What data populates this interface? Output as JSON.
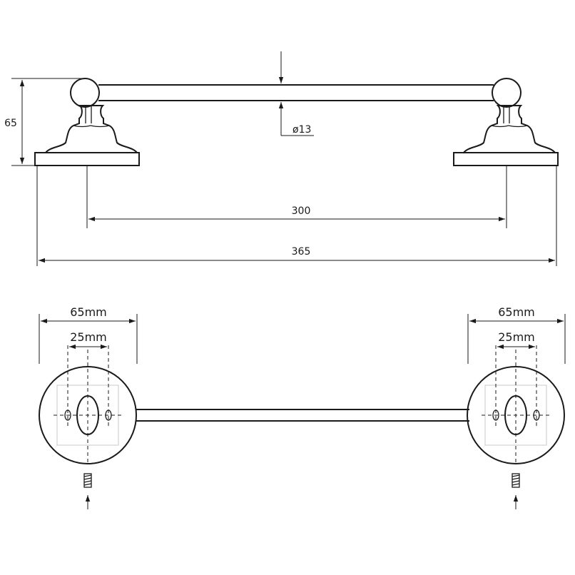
{
  "side_view": {
    "height_label": "65",
    "diameter_label": "ø13",
    "center_distance_label": "300",
    "overall_length_label": "365"
  },
  "front_view": {
    "left": {
      "base_width_label": "65mm",
      "hole_spacing_label": "25mm"
    },
    "right": {
      "base_width_label": "65mm",
      "hole_spacing_label": "25mm"
    }
  }
}
